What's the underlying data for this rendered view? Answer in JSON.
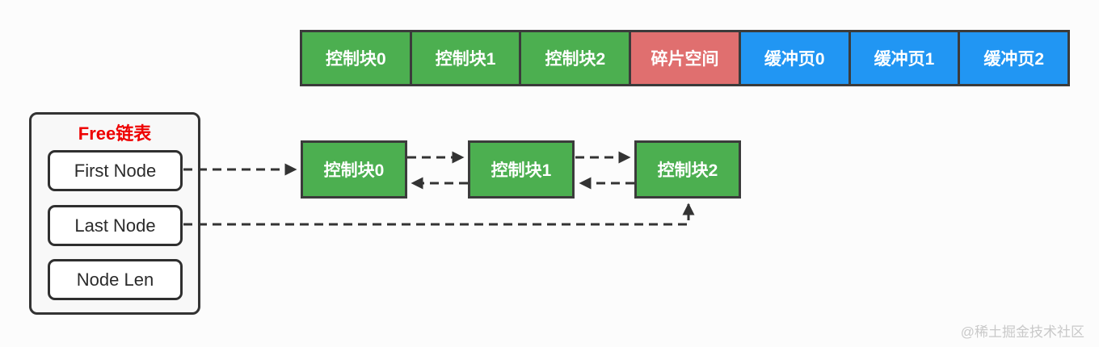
{
  "memory_row": {
    "blocks": [
      {
        "label": "控制块0",
        "type": "control"
      },
      {
        "label": "控制块1",
        "type": "control"
      },
      {
        "label": "控制块2",
        "type": "control"
      },
      {
        "label": "碎片空间",
        "type": "fragment"
      },
      {
        "label": "缓冲页0",
        "type": "buffer"
      },
      {
        "label": "缓冲页1",
        "type": "buffer"
      },
      {
        "label": "缓冲页2",
        "type": "buffer"
      }
    ]
  },
  "free_panel": {
    "title": "Free链表",
    "fields": [
      "First Node",
      "Last Node",
      "Node Len"
    ]
  },
  "list_nodes": [
    "控制块0",
    "控制块1",
    "控制块2"
  ],
  "watermark": "@稀土掘金技术社区",
  "colors": {
    "control_block": "#4caf50",
    "fragment_space": "#e06f6f",
    "buffer_page": "#2196f3",
    "block_border": "#3b3b3b",
    "arrow": "#333333",
    "free_title": "#ee0000",
    "panel_background": "#f8f8f8",
    "watermark": "#c9c9c9"
  }
}
